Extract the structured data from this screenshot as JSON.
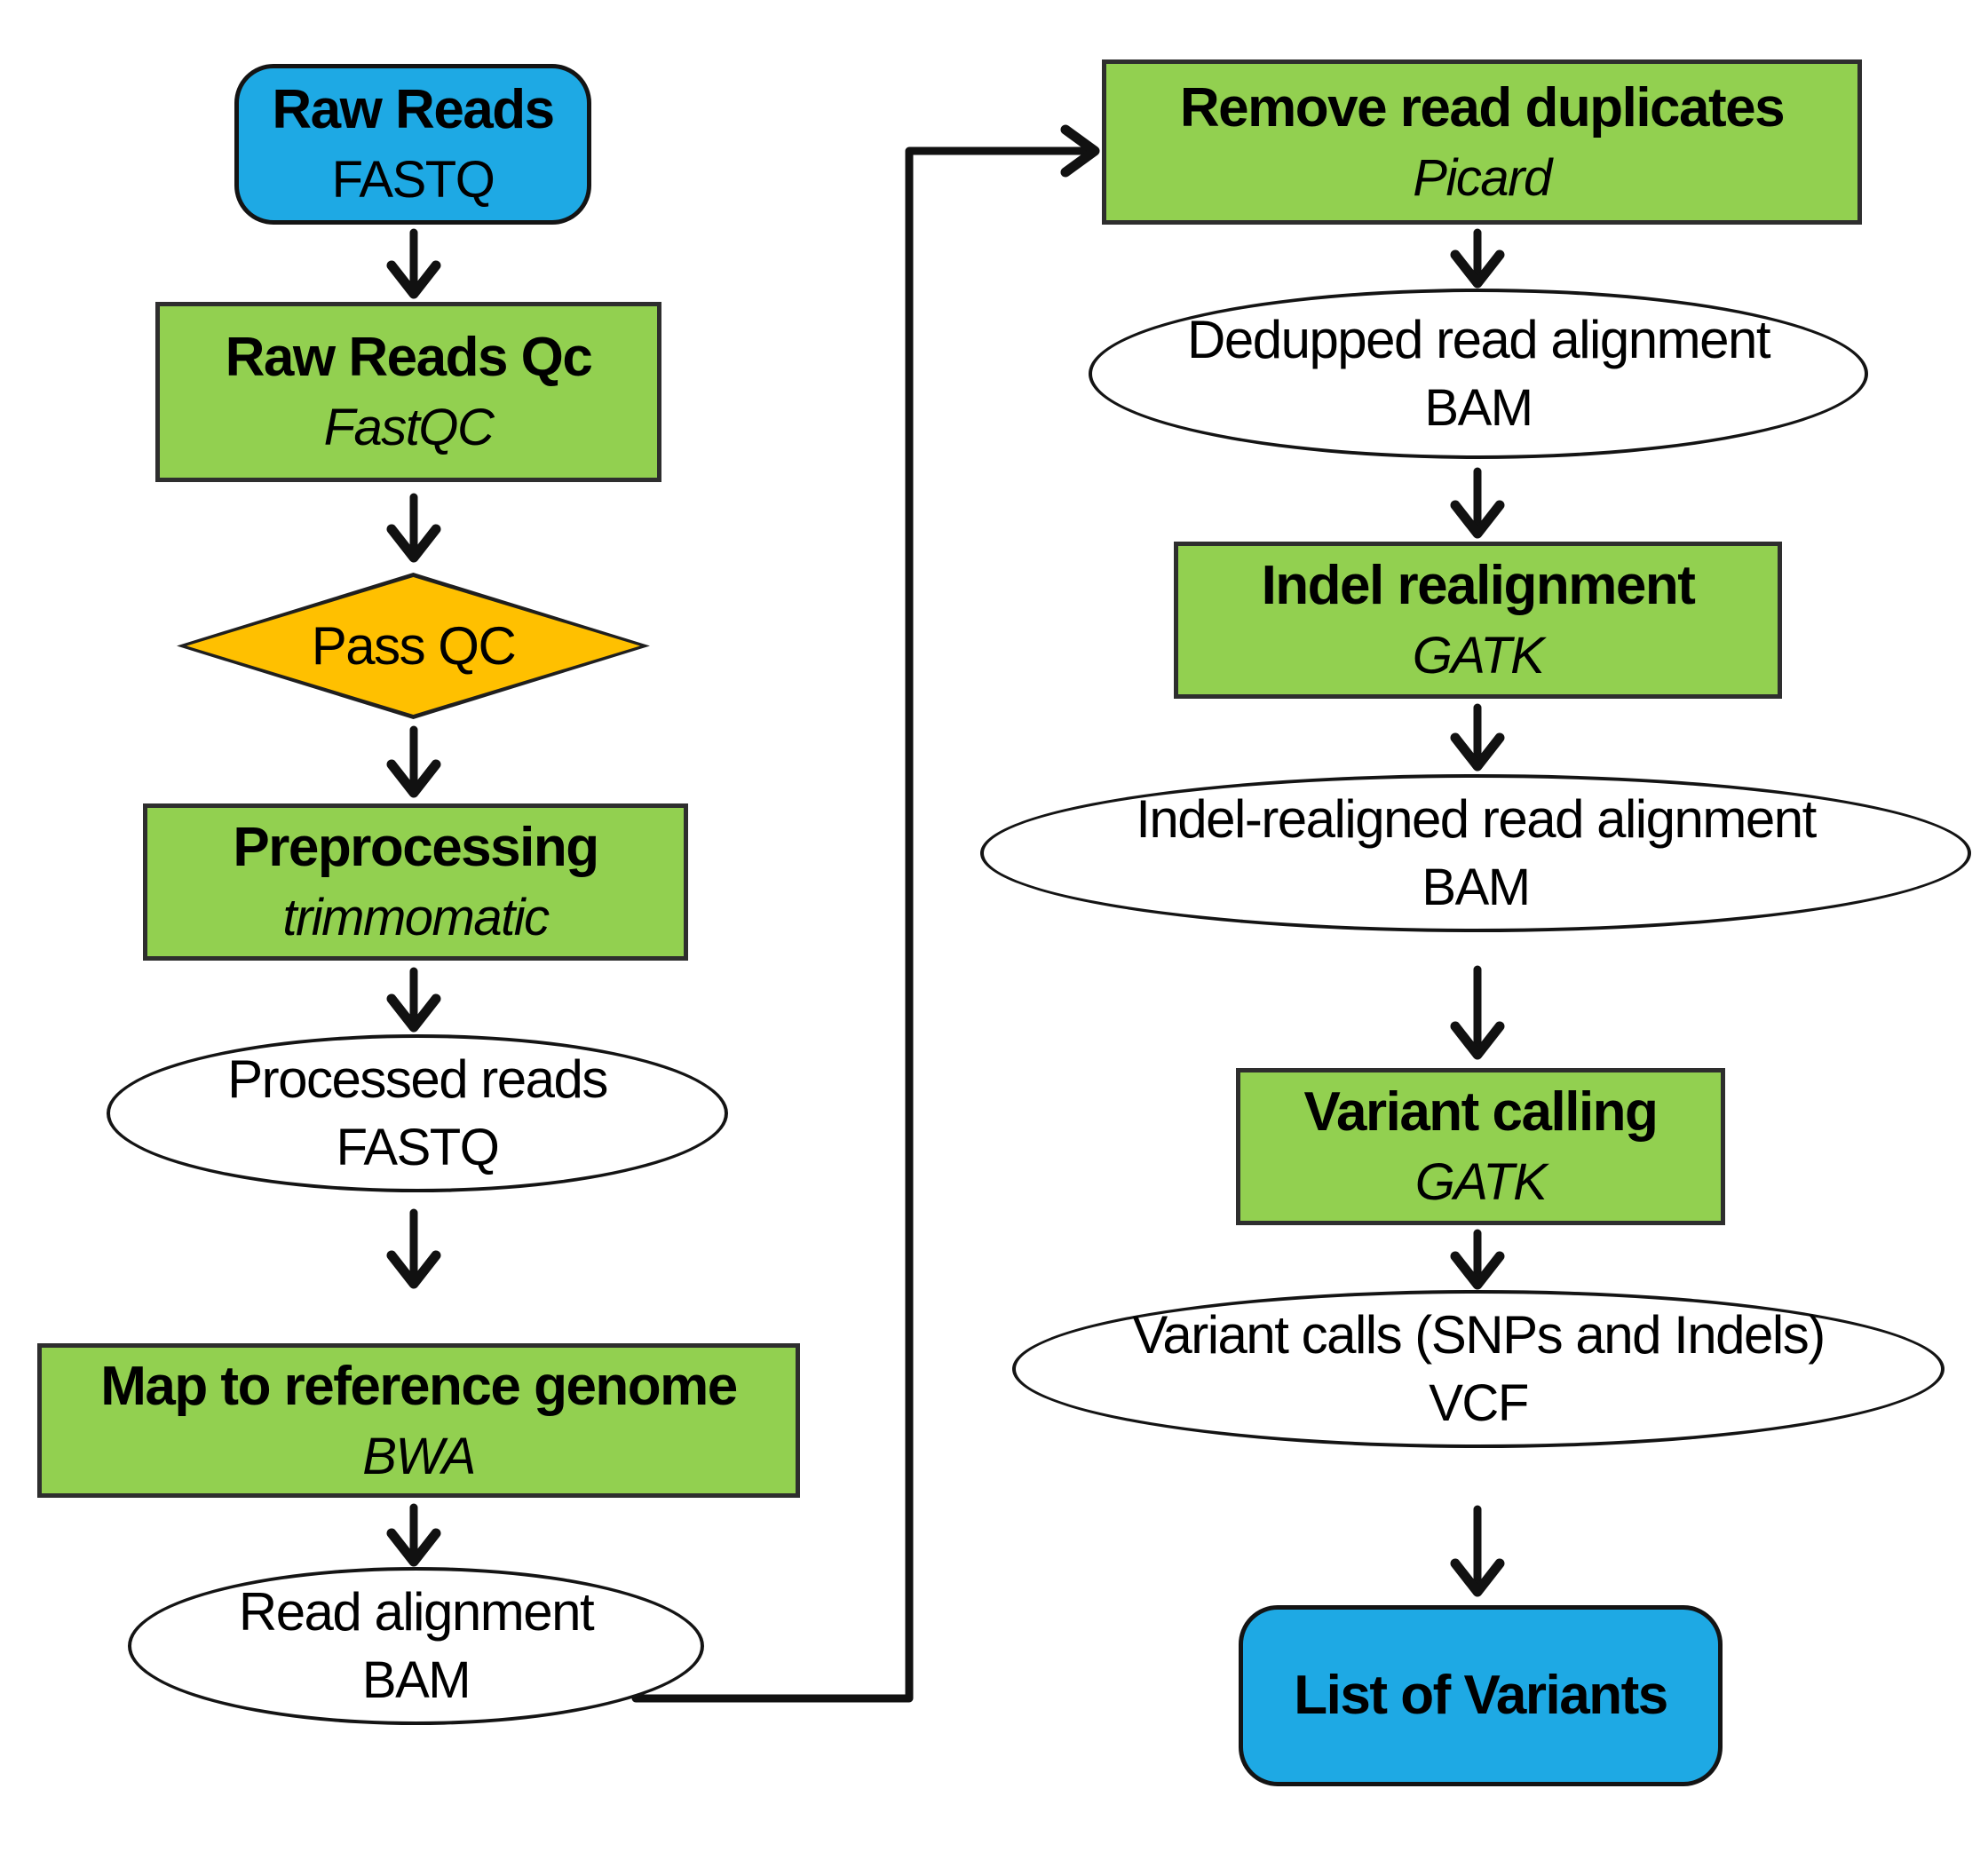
{
  "colors": {
    "process_fill": "#92d050",
    "terminator_fill": "#1ea9e4",
    "decision_fill": "#ffc000",
    "data_fill": "#ffffff",
    "border": "#1f1f1f",
    "arrow": "#111111",
    "text": "#000000",
    "background": "#ffffff"
  },
  "nodes": {
    "raw_reads": {
      "shape": "terminator",
      "title": "Raw Reads",
      "subtitle": "FASTQ"
    },
    "raw_reads_qc": {
      "shape": "process",
      "title": "Raw Reads Qc",
      "subtitle": "FastQC"
    },
    "pass_qc": {
      "shape": "decision",
      "title": "Pass QC"
    },
    "preprocessing": {
      "shape": "process",
      "title": "Preprocessing",
      "subtitle": "trimmomatic"
    },
    "processed_reads": {
      "shape": "data",
      "title": "Processed reads",
      "subtitle": "FASTQ"
    },
    "map_to_reference": {
      "shape": "process",
      "title": "Map to reference genome",
      "subtitle": "BWA"
    },
    "read_alignment": {
      "shape": "data",
      "title": "Read alignment",
      "subtitle": "BAM"
    },
    "remove_duplicates": {
      "shape": "process",
      "title": "Remove read duplicates",
      "subtitle": "Picard"
    },
    "dedupped_alignment": {
      "shape": "data",
      "title": "Dedupped read alignment",
      "subtitle": "BAM"
    },
    "indel_realignment": {
      "shape": "process",
      "title": "Indel realignment",
      "subtitle": "GATK"
    },
    "indel_realigned_alignment": {
      "shape": "data",
      "title": "Indel-realigned read alignment",
      "subtitle": "BAM"
    },
    "variant_calling": {
      "shape": "process",
      "title": "Variant calling",
      "subtitle": "GATK"
    },
    "variant_calls": {
      "shape": "data",
      "title": "Variant calls (SNPs and Indels)",
      "subtitle": "VCF"
    },
    "list_of_variants": {
      "shape": "terminator",
      "title": "List of Variants"
    }
  }
}
